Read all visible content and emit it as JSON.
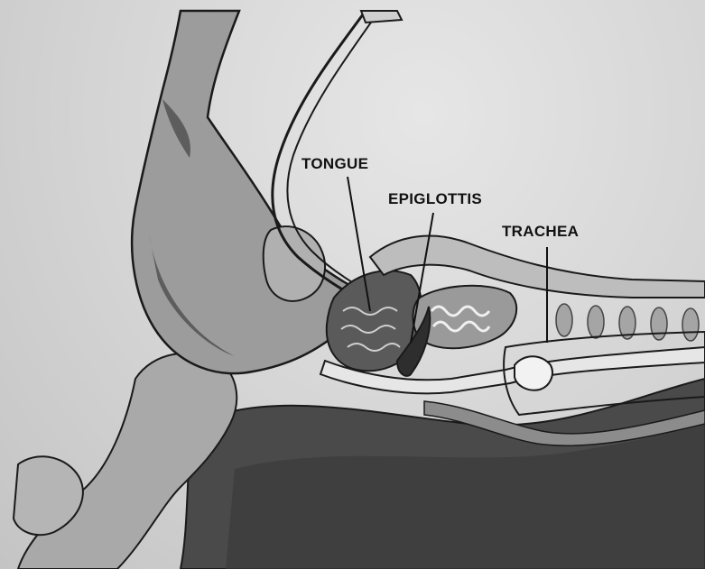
{
  "labels": {
    "tongue": "TONGUE",
    "epiglottis": "EPIGLOTTIS",
    "trachea": "TRACHEA"
  },
  "colors": {
    "background": "#d9d9d9",
    "ink": "#111111",
    "shade_dark": "#3a3a3a",
    "shade_mid": "#8a8a8a",
    "shade_light": "#b8b8b8"
  }
}
